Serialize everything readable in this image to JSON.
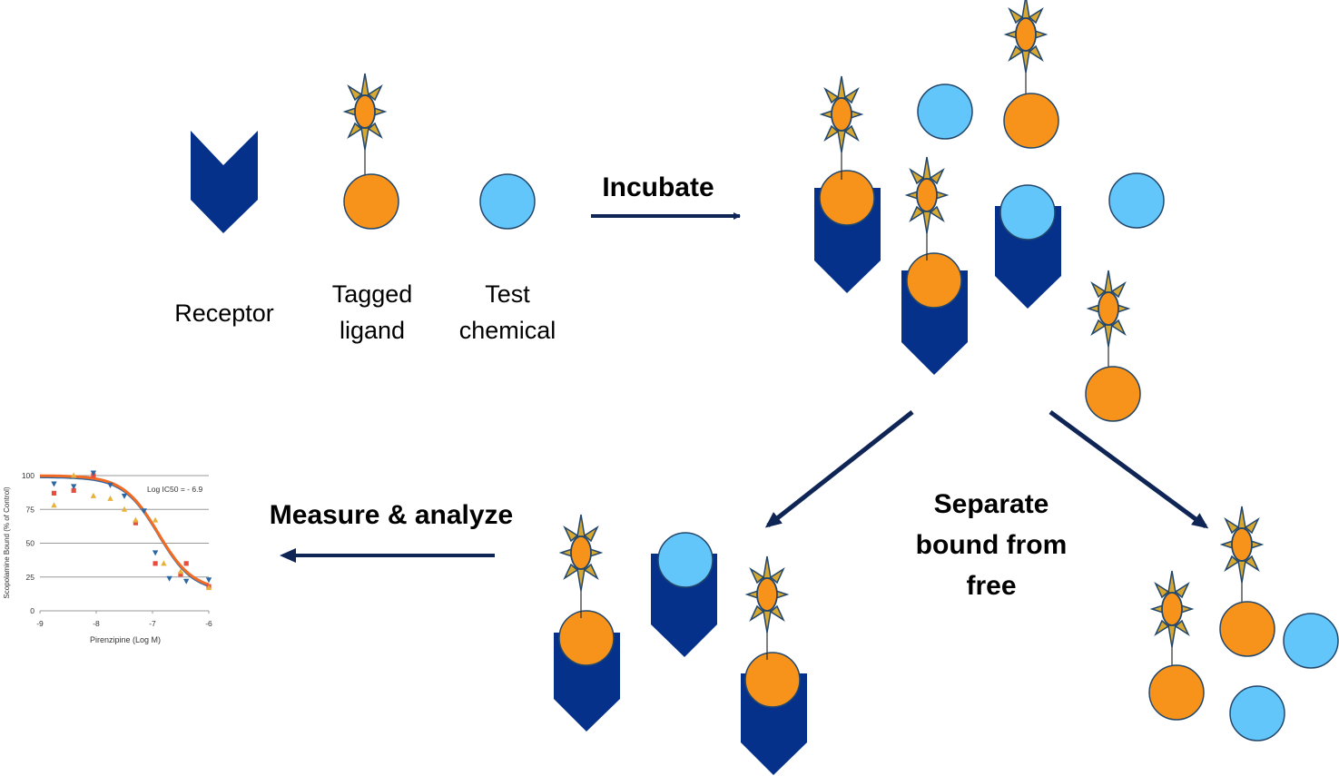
{
  "colors": {
    "receptor": "#05318A",
    "ligand": "#F7931A",
    "ligand_stroke": "#23476B",
    "test_chemical": "#63C6FA",
    "tag_ray": "#D7A832",
    "arrow": "#0E2556"
  },
  "legend": {
    "receptor": "Receptor",
    "tagged_ligand_line1": "Tagged",
    "tagged_ligand_line2": "ligand",
    "test_chemical_line1": "Test",
    "test_chemical_line2": "chemical"
  },
  "steps": {
    "incubate": "Incubate",
    "separate_line1": "Separate",
    "separate_line2": "bound from",
    "separate_line3": "free",
    "measure": "Measure & analyze"
  },
  "chart_data": {
    "type": "scatter",
    "annotation": "Log IC50 = - 6.9",
    "xlabel": "Pirenzipine (Log M)",
    "ylabel": "Scopolamine Bound (% of Control)",
    "xlim": [
      -9,
      -6
    ],
    "ylim": [
      0,
      100
    ],
    "x_ticks": [
      "-9",
      "-8",
      "-7",
      "-6"
    ],
    "y_ticks": [
      "0",
      "25",
      "50",
      "75",
      "100"
    ],
    "grid": true,
    "fit_curve": {
      "name": "",
      "color": "#F26B24",
      "log_ic50": -6.9,
      "top": 100,
      "bottom": 15,
      "hill": 1.4
    },
    "series": [
      {
        "name": "",
        "marker": "square",
        "color": "#E94E3C",
        "points": [
          [
            -8.75,
            87
          ],
          [
            -8.4,
            89
          ],
          [
            -8.05,
            100
          ],
          [
            -7.3,
            65
          ],
          [
            -6.95,
            35
          ],
          [
            -6.5,
            27
          ],
          [
            -6.4,
            35
          ],
          [
            -6.0,
            18
          ]
        ]
      },
      {
        "name": "",
        "marker": "triangle-up",
        "color": "#E8B23A",
        "points": [
          [
            -8.75,
            78
          ],
          [
            -8.4,
            100
          ],
          [
            -8.05,
            85
          ],
          [
            -7.75,
            83
          ],
          [
            -7.5,
            75
          ],
          [
            -7.3,
            67
          ],
          [
            -6.95,
            67
          ],
          [
            -6.8,
            35
          ],
          [
            -6.5,
            29
          ],
          [
            -6.0,
            17
          ]
        ]
      },
      {
        "name": "",
        "marker": "triangle-down",
        "color": "#2C67A5",
        "points": [
          [
            -8.75,
            94
          ],
          [
            -8.4,
            92
          ],
          [
            -8.05,
            102
          ],
          [
            -7.75,
            93
          ],
          [
            -7.5,
            85
          ],
          [
            -7.15,
            74
          ],
          [
            -6.95,
            43
          ],
          [
            -6.7,
            24
          ],
          [
            -6.4,
            22
          ],
          [
            -6.0,
            23
          ]
        ]
      }
    ]
  }
}
